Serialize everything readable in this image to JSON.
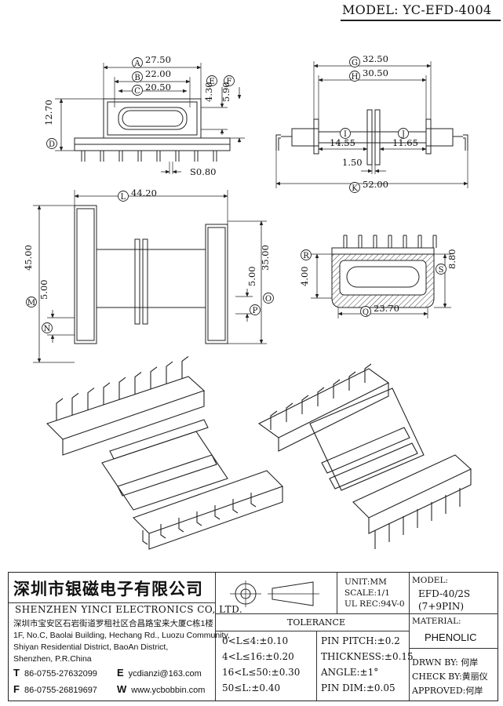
{
  "header": {
    "model_title": "MODEL: YC-EFD-4004"
  },
  "dimensions": {
    "A": {
      "letter": "A",
      "value": "27.50"
    },
    "B": {
      "letter": "B",
      "value": "22.00"
    },
    "C": {
      "letter": "C",
      "value": "20.50"
    },
    "D": {
      "letter": "D",
      "value": "12.70"
    },
    "E": {
      "letter": "E",
      "value": "4.30"
    },
    "F": {
      "letter": "F",
      "value": "5.90"
    },
    "S0": {
      "value": "S0.80"
    },
    "G": {
      "letter": "G",
      "value": "32.50"
    },
    "H": {
      "letter": "H",
      "value": "30.50"
    },
    "I": {
      "letter": "I",
      "value": "14.55"
    },
    "J": {
      "letter": "J",
      "value": "11.65"
    },
    "T": {
      "value": "1.50"
    },
    "K": {
      "letter": "K",
      "value": "52.00"
    },
    "L": {
      "letter": "L",
      "value": "44.20"
    },
    "M": {
      "letter": "M",
      "value": "45.00"
    },
    "N": {
      "letter": "N",
      "value": "5.00"
    },
    "O": {
      "letter": "O",
      "value": "35.00"
    },
    "P": {
      "letter": "P",
      "value": "5.00"
    },
    "Q": {
      "letter": "Q",
      "value": "23.70"
    },
    "R": {
      "letter": "R",
      "value": "4.00"
    },
    "S": {
      "letter": "S",
      "value": "8.80"
    }
  },
  "company": {
    "name_cn": "深圳市银磁电子有限公司",
    "name_en": "SHENZHEN YINCI ELECTRONICS CO, LTD.",
    "address_cn": "深圳市宝安区石岩街道罗租社区合昌路宝来大厦C栋1楼",
    "address_en_1": "1F, No.C, Baolai Building, Hechang Rd., Luozu Community,",
    "address_en_2": "Shiyan Residential District, BaoAn District,",
    "address_en_3": "Shenzhen, P.R.China",
    "tel_letter": "T",
    "tel": "86-0755-27632099",
    "fax_letter": "F",
    "fax": "86-0755-26819697",
    "email_letter": "E",
    "email": "ycdianzi@163.com",
    "web_letter": "W",
    "web": "www.ycbobbin.com"
  },
  "specs": {
    "unit": "UNIT:MM",
    "scale": "SCALE:1/1",
    "ul_rec": "UL REC:94V-0",
    "model_label": "MODEL:",
    "model_value": "EFD-40/2S",
    "pins": "(7+9PIN)",
    "material_label": "MATERIAL:",
    "material": "PHENOLIC"
  },
  "tolerance": {
    "title": "TOLERANCE",
    "rows": [
      "0<L≤4:±0.10",
      "4<L≤16:±0.20",
      "16<L≤50:±0.30",
      "50≤L:±0.40"
    ],
    "pin_pitch": "PIN PITCH:±0.2",
    "thickness": "THICKNESS:±0.15",
    "angle": "ANGLE:±1°",
    "pin_dim": "PIN DIM:±0.05"
  },
  "approvals": {
    "drawn": "DRWN BY: 何岸",
    "check": "CHECK BY:黄丽仪",
    "approved": "APPROVED:何岸"
  }
}
